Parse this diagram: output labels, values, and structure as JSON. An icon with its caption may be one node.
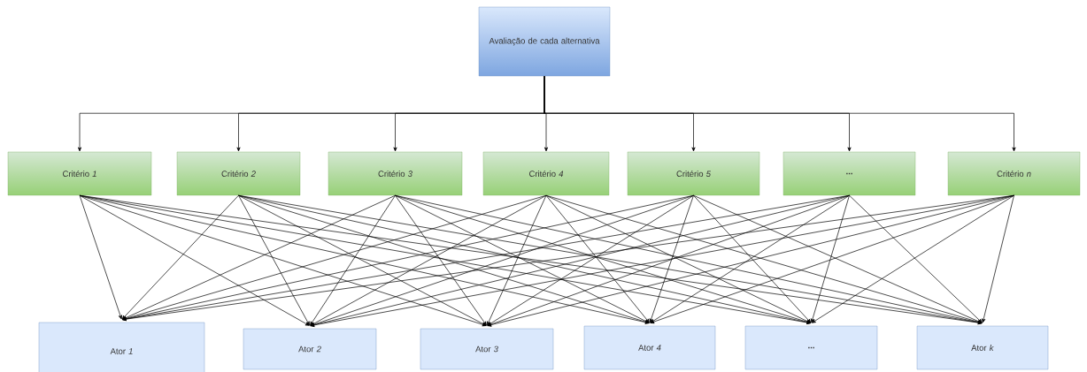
{
  "diagram": {
    "nodes": [
      {
        "text": [
          "Avaliação de cada alternativa"
        ]
      },
      {
        "text": [
          "Critério *1*"
        ]
      },
      {
        "text": [
          "Critério *2*"
        ]
      },
      {
        "text": [
          "Critério *3*"
        ]
      },
      {
        "text": [
          "Critério *4*"
        ]
      },
      {
        "text": [
          "Critério *5*"
        ]
      },
      {
        "text": [
          "**...**"
        ]
      },
      {
        "text": [
          "Critério *n*"
        ]
      },
      {
        "text": [
          "Ator *1*"
        ]
      },
      {
        "text": [
          "Ator *2*"
        ]
      },
      {
        "text": [
          "Ator *3*"
        ]
      },
      {
        "text": [
          "Ator *4*"
        ]
      },
      {
        "text": [
          "**...**"
        ]
      },
      {
        "text": [
          "Ator *k*"
        ]
      }
    ],
    "edges": [
      {
        "from": 0,
        "to": 1,
        "arrow": "to"
      },
      {
        "from": 0,
        "to": 2,
        "arrow": "to"
      },
      {
        "from": 0,
        "to": 3,
        "arrow": "to"
      },
      {
        "from": 0,
        "to": 4,
        "arrow": "to"
      },
      {
        "from": 0,
        "to": 5,
        "arrow": "to"
      },
      {
        "from": 0,
        "to": 6,
        "arrow": "to"
      },
      {
        "from": 0,
        "to": 7,
        "arrow": "to"
      },
      {
        "from": 1,
        "to": 8,
        "arrow": "to"
      },
      {
        "from": 1,
        "to": 9,
        "arrow": "to"
      },
      {
        "from": 1,
        "to": 10,
        "arrow": "to"
      },
      {
        "from": 1,
        "to": 11,
        "arrow": "to"
      },
      {
        "from": 1,
        "to": 12,
        "arrow": "to"
      },
      {
        "from": 1,
        "to": 13,
        "arrow": "to"
      },
      {
        "from": 2,
        "to": 8,
        "arrow": "to"
      },
      {
        "from": 2,
        "to": 9,
        "arrow": "to"
      },
      {
        "from": 2,
        "to": 10,
        "arrow": "to"
      },
      {
        "from": 2,
        "to": 11,
        "arrow": "to"
      },
      {
        "from": 2,
        "to": 12,
        "arrow": "to"
      },
      {
        "from": 2,
        "to": 13,
        "arrow": "to"
      },
      {
        "from": 3,
        "to": 8,
        "arrow": "to"
      },
      {
        "from": 3,
        "to": 9,
        "arrow": "to"
      },
      {
        "from": 3,
        "to": 10,
        "arrow": "to"
      },
      {
        "from": 3,
        "to": 11,
        "arrow": "to"
      },
      {
        "from": 3,
        "to": 12,
        "arrow": "to"
      },
      {
        "from": 3,
        "to": 13,
        "arrow": "to"
      },
      {
        "from": 4,
        "to": 8,
        "arrow": "to"
      },
      {
        "from": 4,
        "to": 9,
        "arrow": "to"
      },
      {
        "from": 4,
        "to": 10,
        "arrow": "to"
      },
      {
        "from": 4,
        "to": 11,
        "arrow": "to"
      },
      {
        "from": 4,
        "to": 12,
        "arrow": "to"
      },
      {
        "from": 4,
        "to": 13,
        "arrow": "to"
      },
      {
        "from": 5,
        "to": 8,
        "arrow": "to"
      },
      {
        "from": 5,
        "to": 9,
        "arrow": "to"
      },
      {
        "from": 5,
        "to": 10,
        "arrow": "to"
      },
      {
        "from": 5,
        "to": 11,
        "arrow": "to"
      },
      {
        "from": 5,
        "to": 12,
        "arrow": "to"
      },
      {
        "from": 5,
        "to": 13,
        "arrow": "to"
      },
      {
        "from": 6,
        "to": 8,
        "arrow": "to"
      },
      {
        "from": 6,
        "to": 9,
        "arrow": "to"
      },
      {
        "from": 6,
        "to": 10,
        "arrow": "to"
      },
      {
        "from": 6,
        "to": 11,
        "arrow": "to"
      },
      {
        "from": 6,
        "to": 12,
        "arrow": "to"
      },
      {
        "from": 6,
        "to": 13,
        "arrow": "to"
      },
      {
        "from": 7,
        "to": 8,
        "arrow": "to"
      },
      {
        "from": 7,
        "to": 9,
        "arrow": "to"
      },
      {
        "from": 7,
        "to": 10,
        "arrow": "to"
      },
      {
        "from": 7,
        "to": 11,
        "arrow": "to"
      },
      {
        "from": 7,
        "to": 12,
        "arrow": "to"
      },
      {
        "from": 7,
        "to": 13,
        "arrow": "to"
      }
    ]
  }
}
